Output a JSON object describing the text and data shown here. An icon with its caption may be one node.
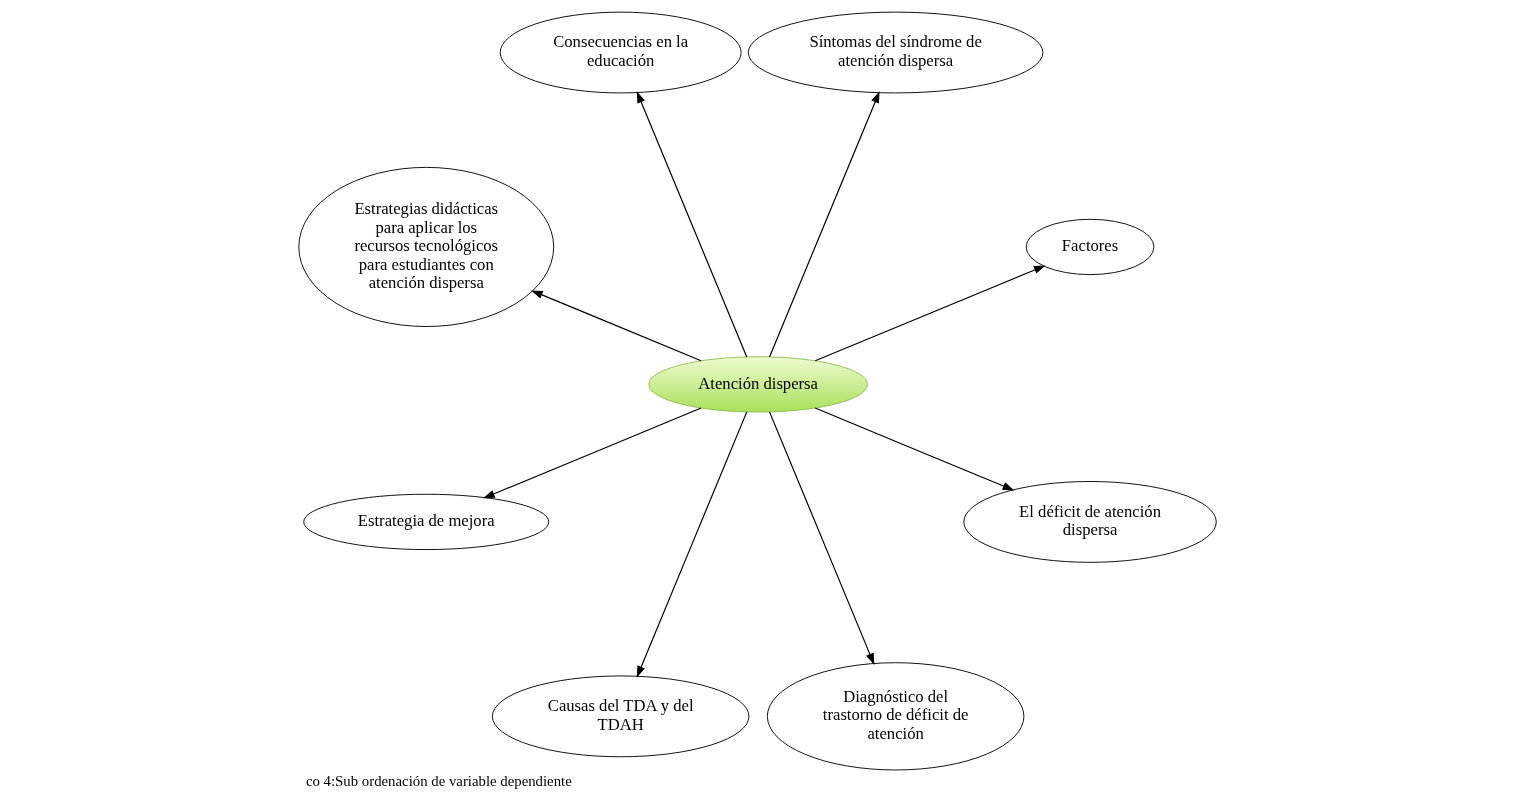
{
  "diagram": {
    "caption": "co 4:Sub ordenación de variable dependiente",
    "nodes": [
      {
        "text": [
          "Atención dispersa"
        ]
      },
      {
        "text": [
          "Factores"
        ]
      },
      {
        "text": [
          "Síntomas del síndrome de atención dispersa"
        ]
      },
      {
        "text": [
          "Consecuencias en la educación"
        ]
      },
      {
        "text": [
          "Estrategias didácticas para aplicar los recursos tecnológicos para estudiantes con atención dispersa"
        ]
      },
      {
        "text": [
          "Estrategia de mejora"
        ]
      },
      {
        "text": [
          "Causas del TDA y del TDAH"
        ]
      },
      {
        "text": [
          "Diagnóstico del trastorno de déficit de atención"
        ]
      },
      {
        "text": [
          "El déficit de atención dispersa"
        ]
      }
    ],
    "edges": [
      {
        "from": 0,
        "to": 1,
        "arrow": "to"
      },
      {
        "from": 0,
        "to": 2,
        "arrow": "to"
      },
      {
        "from": 0,
        "to": 3,
        "arrow": "to"
      },
      {
        "from": 0,
        "to": 4,
        "arrow": "to"
      },
      {
        "from": 0,
        "to": 5,
        "arrow": "to"
      },
      {
        "from": 0,
        "to": 6,
        "arrow": "to"
      },
      {
        "from": 0,
        "to": 7,
        "arrow": "to"
      },
      {
        "from": 0,
        "to": 8,
        "arrow": "to"
      }
    ]
  }
}
